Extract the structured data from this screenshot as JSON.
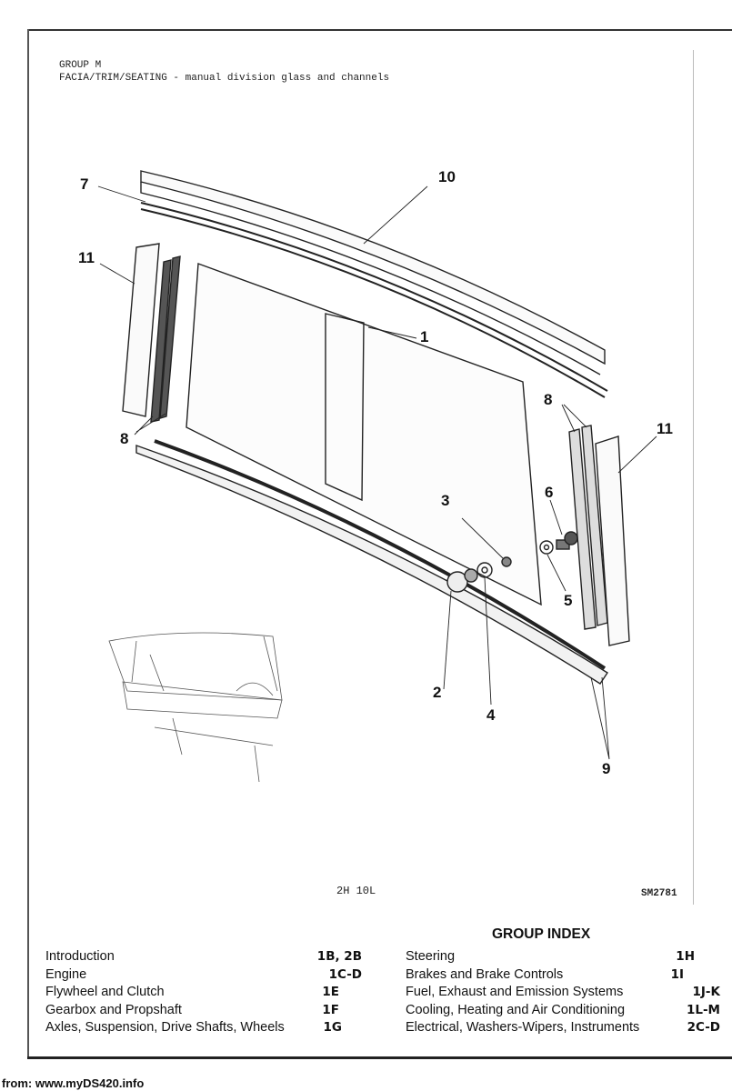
{
  "header": {
    "group": "GROUP M",
    "title": "FACIA/TRIM/SEATING - manual division glass and channels"
  },
  "diagram": {
    "callouts": [
      "1",
      "2",
      "3",
      "4",
      "5",
      "6",
      "7",
      "8",
      "8",
      "9",
      "10",
      "11",
      "11"
    ],
    "page_code": "2H 10L",
    "drawing_ref": "SM2781"
  },
  "group_index": {
    "title": "GROUP INDEX",
    "left": [
      {
        "label": "Introduction",
        "code": "1B, 2B"
      },
      {
        "label": "Engine",
        "code": "1C-D"
      },
      {
        "label": "Flywheel and Clutch",
        "code": "1E"
      },
      {
        "label": "Gearbox and Propshaft",
        "code": "1F"
      },
      {
        "label": "Axles, Suspension, Drive Shafts, Wheels",
        "code": "1G"
      }
    ],
    "right": [
      {
        "label": "Steering",
        "code": "1H"
      },
      {
        "label": "Brakes and Brake Controls",
        "code": "1I"
      },
      {
        "label": "Fuel, Exhaust and Emission Systems",
        "code": "1J-K"
      },
      {
        "label": "Cooling, Heating and Air Conditioning",
        "code": "1L-M"
      },
      {
        "label": "Electrical, Washers-Wipers, Instruments",
        "code": "2C-D"
      }
    ]
  },
  "footer": {
    "source": "from: www.myDS420.info"
  }
}
